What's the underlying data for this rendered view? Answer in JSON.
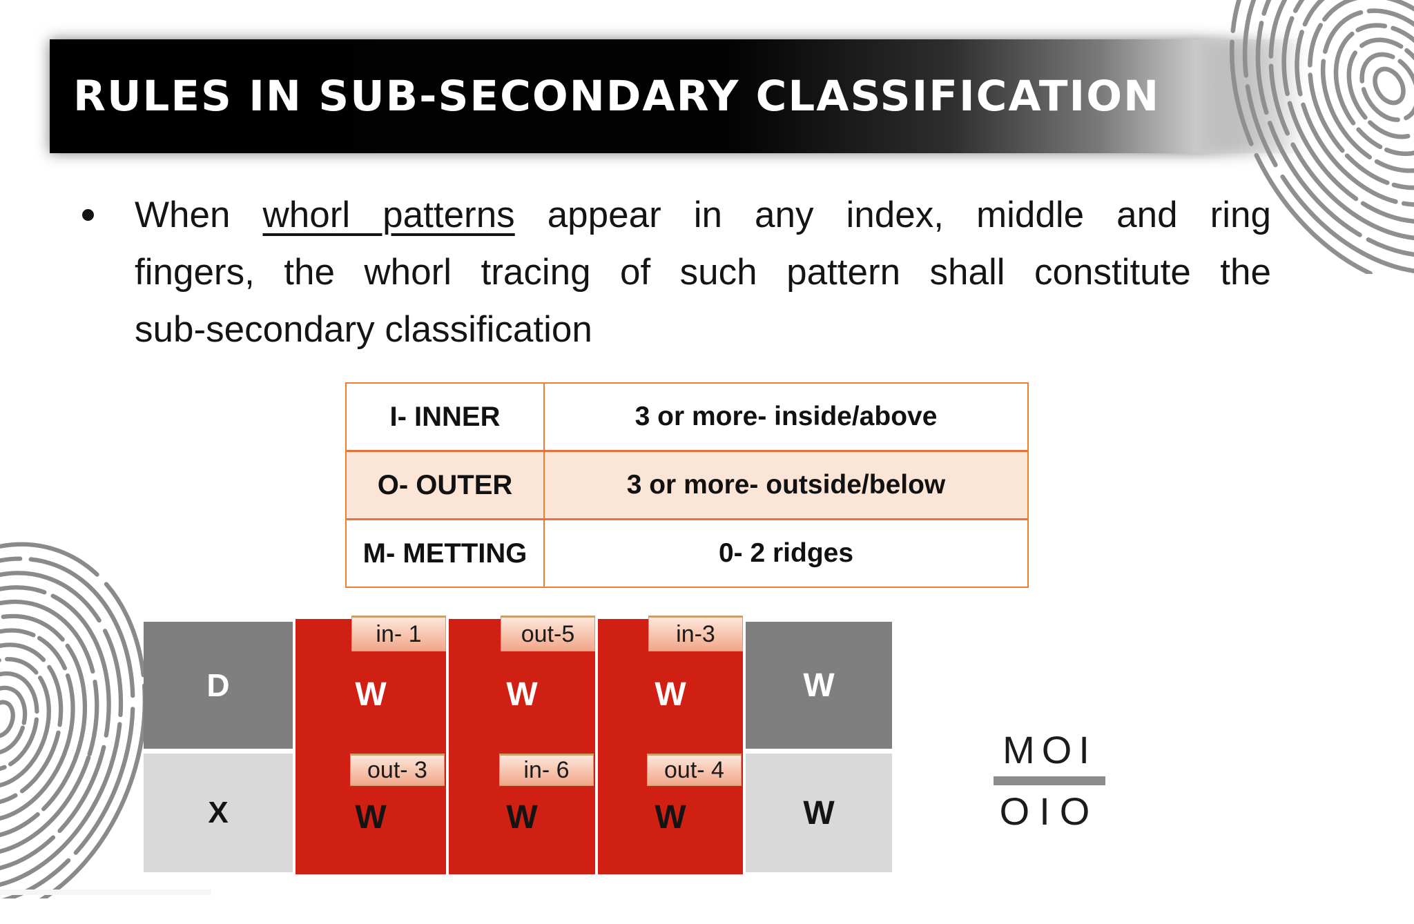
{
  "slide": {
    "title": "RULES IN SUB-SECONDARY CLASSIFICATION"
  },
  "bullet": {
    "line1_pre": "When ",
    "line1_underline": "whorl patterns",
    "line1_post": " appear in any index, middle and ring",
    "line2": "fingers, the whorl tracing of such pattern shall constitute the",
    "line3": "sub-secondary classification"
  },
  "rules_table": {
    "rows": [
      {
        "term": "I- INNER",
        "definition": "3 or more- inside/above"
      },
      {
        "term": "O- OUTER",
        "definition": "3 or more-  outside/below"
      },
      {
        "term": "M- METTING",
        "definition": "0- 2 ridges"
      }
    ]
  },
  "tracing_grid": {
    "row1": {
      "header": "D",
      "cells": [
        {
          "tag": "in- 1",
          "value": "W"
        },
        {
          "tag": "out-5",
          "value": "W"
        },
        {
          "tag": "in-3",
          "value": "W"
        }
      ],
      "plain": "W"
    },
    "row2": {
      "header": "X",
      "cells": [
        {
          "tag": "out- 3",
          "value": "W"
        },
        {
          "tag": "in- 6",
          "value": "W"
        },
        {
          "tag": "out- 4",
          "value": "W"
        }
      ],
      "plain": "W"
    }
  },
  "formula": {
    "numerator": "MOI",
    "denominator": "OIO"
  },
  "colors": {
    "whorl_red": "#d02014",
    "dark_gray_cell": "#7f7f7f",
    "light_gray_cell": "#d9d9d9",
    "table_border_orange": "#ed7d31",
    "table_highlight_peach": "#fbe5d6",
    "tag_peach": "#f7c3ac",
    "title_bar_black": "#000000"
  }
}
